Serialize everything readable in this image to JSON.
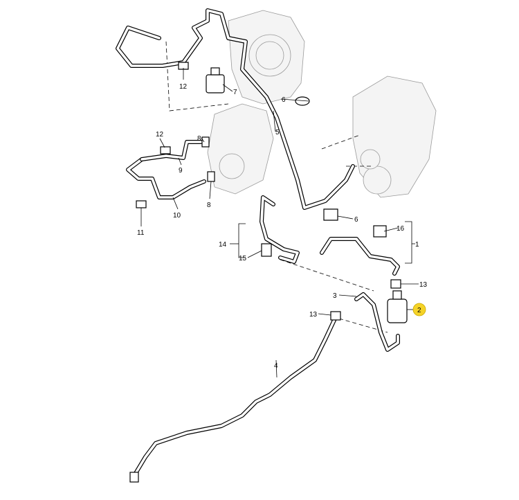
{
  "diagram": {
    "callouts": [
      {
        "id": "12a",
        "text": "12"
      },
      {
        "id": "7",
        "text": "7"
      },
      {
        "id": "6a",
        "text": "6"
      },
      {
        "id": "5",
        "text": "5"
      },
      {
        "id": "12b",
        "text": "12"
      },
      {
        "id": "8a",
        "text": "8"
      },
      {
        "id": "9",
        "text": "9"
      },
      {
        "id": "8b",
        "text": "8"
      },
      {
        "id": "10",
        "text": "10"
      },
      {
        "id": "11",
        "text": "11"
      },
      {
        "id": "6b",
        "text": "6"
      },
      {
        "id": "16",
        "text": "16"
      },
      {
        "id": "1",
        "text": "1"
      },
      {
        "id": "14",
        "text": "14"
      },
      {
        "id": "15",
        "text": "15"
      },
      {
        "id": "13a",
        "text": "13"
      },
      {
        "id": "3",
        "text": "3"
      },
      {
        "id": "2",
        "text": "2"
      },
      {
        "id": "13b",
        "text": "13"
      },
      {
        "id": "4",
        "text": "4"
      }
    ],
    "highlight_color": "#f5d328"
  }
}
